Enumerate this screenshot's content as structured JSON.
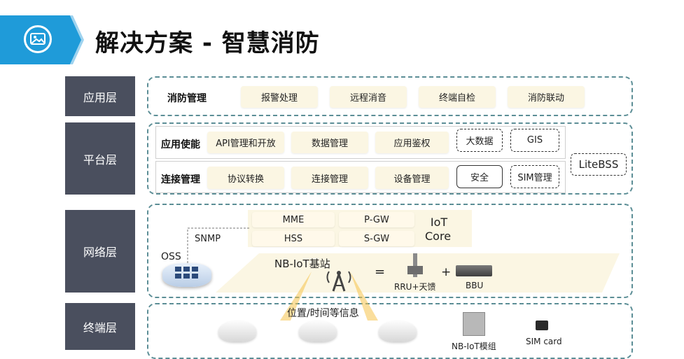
{
  "header": {
    "title": "解决方案 - 智慧消防",
    "icon": "image-icon",
    "accent": "#1f9bd9"
  },
  "layers": {
    "app": "应用层",
    "platform": "平台层",
    "network": "网络层",
    "terminal": "终端层"
  },
  "app_layer": {
    "group_label": "消防管理",
    "items": [
      "报警处理",
      "远程消音",
      "终端自检",
      "消防联动"
    ]
  },
  "platform_layer": {
    "enable_label": "应用使能",
    "enable_items": [
      "API管理和开放",
      "数据管理",
      "应用鉴权"
    ],
    "enable_extra": [
      "大数据",
      "GIS"
    ],
    "connect_label": "连接管理",
    "connect_items": [
      "协议转换",
      "连接管理",
      "设备管理"
    ],
    "connect_extra": [
      "安全",
      "SIM管理"
    ],
    "litebss": "LiteBSS"
  },
  "network_layer": {
    "core_items": [
      "MME",
      "P-GW",
      "HSS",
      "S-GW"
    ],
    "core_label_1": "IoT",
    "core_label_2": "Core",
    "snmp": "SNMP",
    "oss": "OSS",
    "nb_station": "NB-IoT基站",
    "equals": "=",
    "plus": "+",
    "rru": "RRU+天馈",
    "bbu": "BBU"
  },
  "terminal_layer": {
    "info": "位置/时间等信息",
    "module": "NB-IoT模组",
    "sim": "SIM card"
  }
}
